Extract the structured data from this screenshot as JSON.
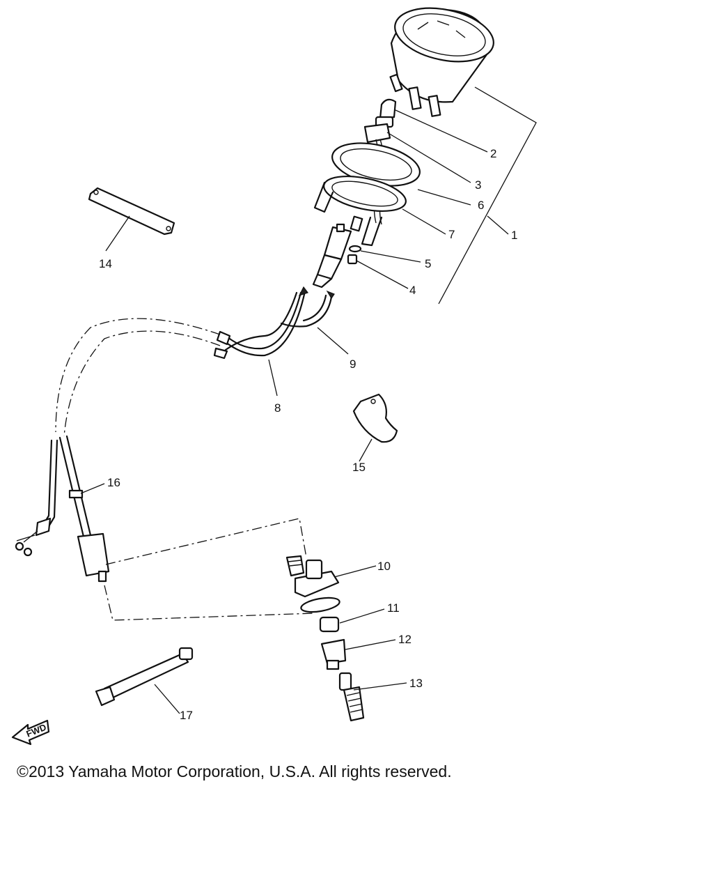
{
  "diagram": {
    "callouts": [
      "1",
      "2",
      "3",
      "4",
      "5",
      "6",
      "7",
      "8",
      "9",
      "10",
      "11",
      "12",
      "13",
      "14",
      "15",
      "16",
      "17"
    ],
    "fwd_label": "FWD"
  },
  "footer": {
    "copyright": "©2013 Yamaha Motor Corporation, U.S.A. All rights reserved."
  }
}
